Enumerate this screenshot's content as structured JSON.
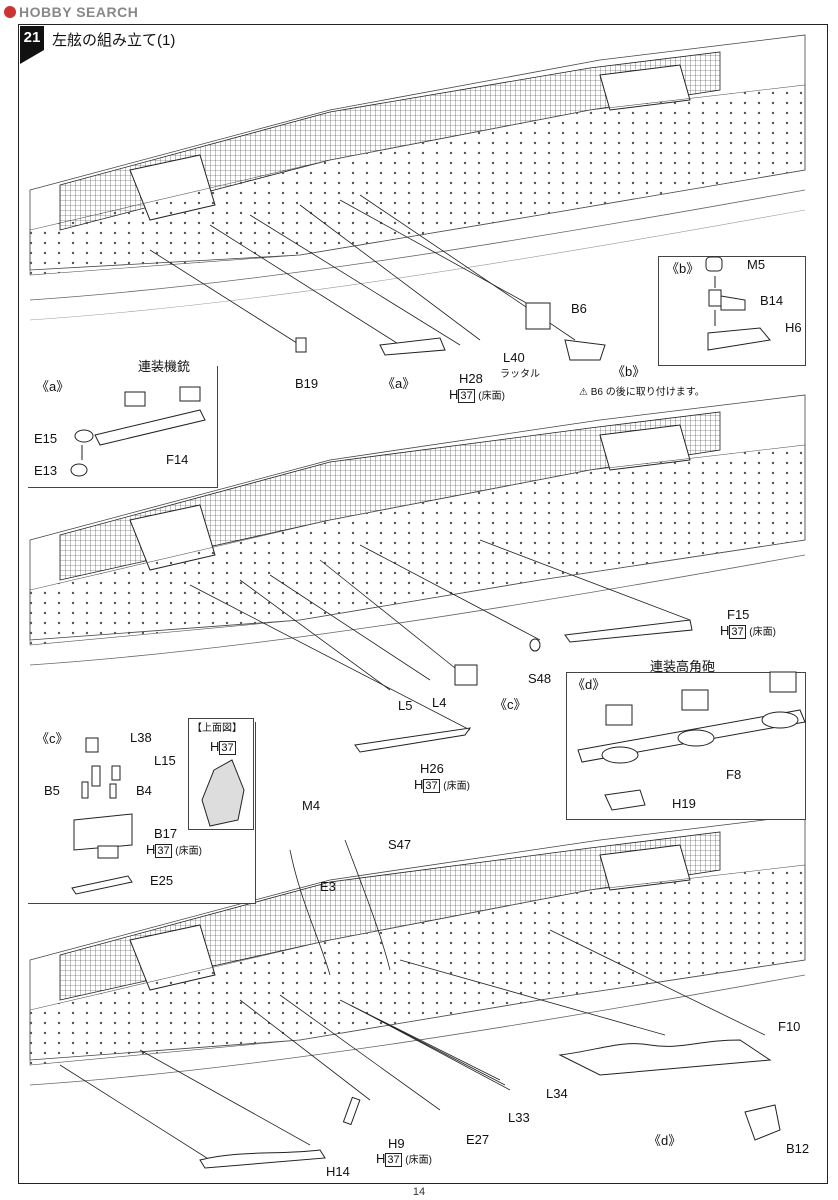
{
  "watermark": "HOBBY SEARCH",
  "step": {
    "number": "21",
    "title": "左舷の組み立て(1)"
  },
  "page_number": "14",
  "paint_code": "37",
  "floor_note": "(床面)",
  "section1": {
    "parts": {
      "B19": "B19",
      "a_ref": "《a》",
      "H28": "H28",
      "H": "H",
      "L40": "L40",
      "ladder": "ラッタル",
      "B6": "B6",
      "b_ref": "《b》"
    },
    "warning": "B6 の後に取り付けます。"
  },
  "detail_a": {
    "ref": "《a》",
    "caption": "連装機銃",
    "parts": [
      "E15",
      "E13",
      "F14"
    ]
  },
  "detail_b": {
    "ref": "《b》",
    "parts": [
      "M5",
      "B14",
      "H6"
    ]
  },
  "section2": {
    "parts": {
      "F15": "F15",
      "H": "H",
      "S48": "S48",
      "L5": "L5",
      "L4": "L4",
      "c_ref": "《c》",
      "H26": "H26",
      "H2": "H"
    }
  },
  "detail_c": {
    "ref": "《c》",
    "top_view": "【上面図】",
    "top_view_part": "H",
    "parts": [
      "L38",
      "L15",
      "B5",
      "B4",
      "B17",
      "E25"
    ],
    "h_label": "H"
  },
  "detail_d": {
    "ref": "《d》",
    "caption": "連装高角砲",
    "parts": [
      "F8",
      "H19"
    ]
  },
  "section3": {
    "parts": {
      "M4": "M4",
      "S47": "S47",
      "E3": "E3",
      "F10": "F10",
      "L34": "L34",
      "L33": "L33",
      "E27": "E27",
      "H9": "H9",
      "H": "H",
      "d_ref": "《d》",
      "B12": "B12",
      "H14": "H14"
    }
  }
}
